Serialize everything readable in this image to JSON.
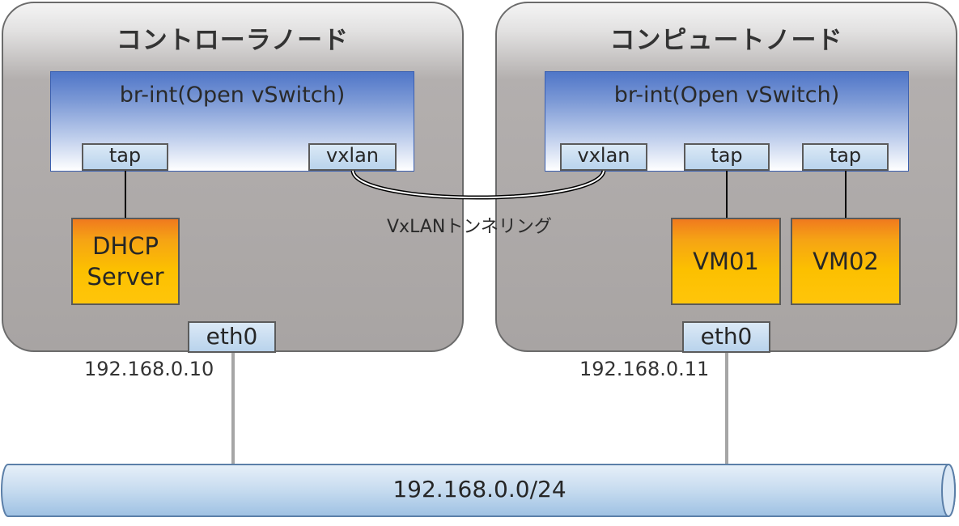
{
  "controller": {
    "title": "コントローラノード",
    "bridge": "br-int(Open vSwitch)",
    "tap": "tap",
    "vxlan": "vxlan",
    "dhcp_line1": "DHCP",
    "dhcp_line2": "Server",
    "eth": "eth0",
    "ip": "192.168.0.10"
  },
  "compute": {
    "title": "コンピュートノード",
    "bridge": "br-int(Open vSwitch)",
    "vxlan": "vxlan",
    "tap1": "tap",
    "tap2": "tap",
    "vm1": "VM01",
    "vm2": "VM02",
    "eth": "eth0",
    "ip": "192.168.0.11"
  },
  "tunnel_label": "VxLANトンネリング",
  "network": "192.168.0.0/24",
  "colors": {
    "node_border": "#6b6b6b",
    "bridge_top": "#4f76c8",
    "port_fill": "#c9ddf1",
    "vm_fill": "#fcc000",
    "network_fill": "#cfe0f2"
  }
}
